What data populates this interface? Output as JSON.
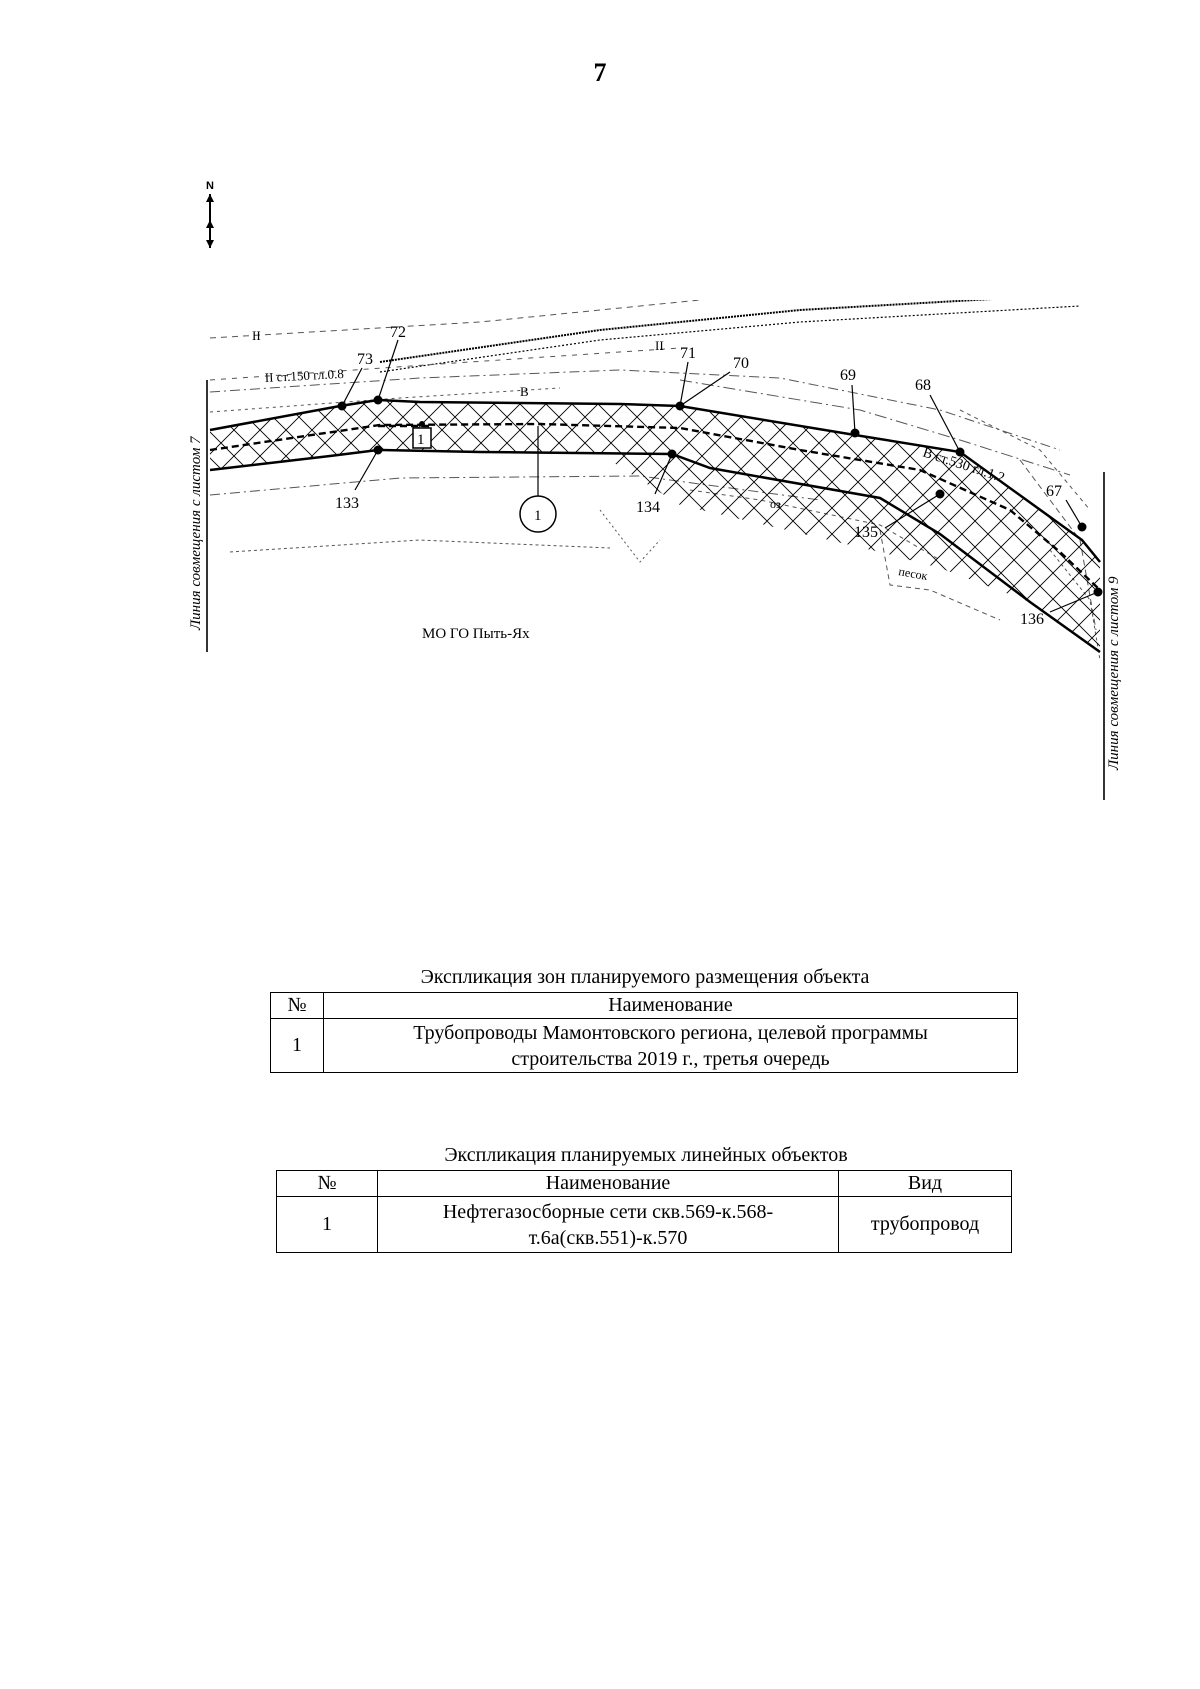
{
  "page_number": "7",
  "north_label": "N",
  "map": {
    "points": [
      {
        "id": "73",
        "label": "73"
      },
      {
        "id": "72",
        "label": "72"
      },
      {
        "id": "71",
        "label": "71"
      },
      {
        "id": "70",
        "label": "70"
      },
      {
        "id": "69",
        "label": "69"
      },
      {
        "id": "68",
        "label": "68"
      },
      {
        "id": "67",
        "label": "67"
      },
      {
        "id": "133",
        "label": "133"
      },
      {
        "id": "134",
        "label": "134"
      },
      {
        "id": "135",
        "label": "135"
      },
      {
        "id": "136",
        "label": "136"
      }
    ],
    "zone_marker": "1",
    "object_marker": "1",
    "road_label_left": "II ст.150 гл.0.8",
    "road_label_right": "B ст.530 гл.1.2",
    "label_b": "B",
    "label_oz": "оз",
    "label_pesok": "песок",
    "label_ii": "II",
    "municipality": "МО ГО Пыть-Ях",
    "joint_line_left": "Линия совмещения с листом 7",
    "joint_line_right": "Линия совмещения с листом 9"
  },
  "table_zones": {
    "caption": "Экспликация зон планируемого размещения объекта",
    "col_no": "№",
    "col_name": "Наименование",
    "rows": [
      {
        "no": "1",
        "name_line1": "Трубопроводы Мамонтовского региона, целевой программы",
        "name_line2": "строительства 2019 г., третья очередь"
      }
    ]
  },
  "table_linear": {
    "caption": "Экспликация планируемых линейных объектов",
    "col_no": "№",
    "col_name": "Наименование",
    "col_type": "Вид",
    "rows": [
      {
        "no": "1",
        "name_line1": "Нефтегазосборные сети скв.569-к.568-",
        "name_line2": "т.6а(скв.551)-к.570",
        "type": "трубопровод"
      }
    ]
  }
}
